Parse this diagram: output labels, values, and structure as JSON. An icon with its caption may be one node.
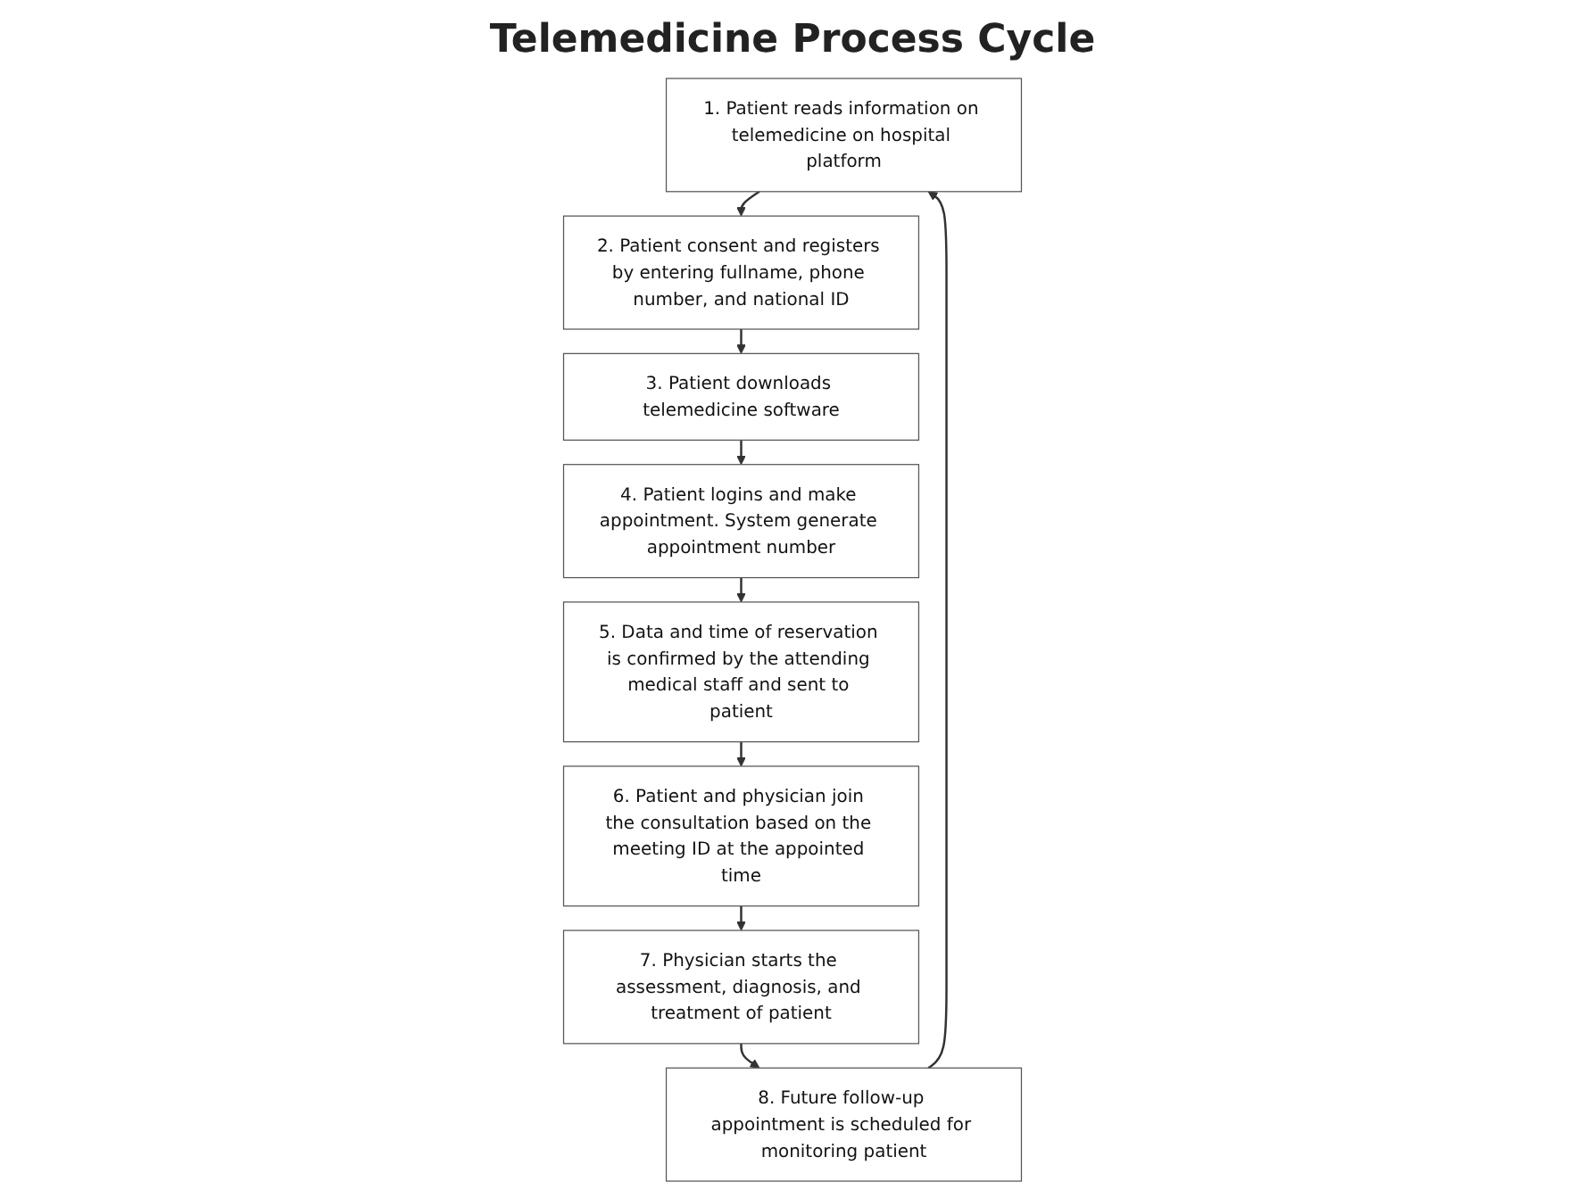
{
  "diagram": {
    "title": "Telemedicine Process Cycle",
    "nodes": [
      {
        "text": [
          "1. Patient reads information on telemedicine on hospital platform"
        ]
      },
      {
        "text": [
          "2. Patient consent and registers by entering fullname, phone number, and national ID"
        ]
      },
      {
        "text": [
          "3. Patient downloads telemedicine software"
        ]
      },
      {
        "text": [
          "4. Patient logins and make appointment. System generate appointment number"
        ]
      },
      {
        "text": [
          "5. Data and time of reservation is confirmed by the attending medical staff and sent to patient"
        ]
      },
      {
        "text": [
          "6. Patient and physician join the consultation based on the meeting ID at the appointed time"
        ]
      },
      {
        "text": [
          "7. Physician starts the assessment, diagnosis, and treatment of patient"
        ]
      },
      {
        "text": [
          "8. Future follow-up appointment is scheduled for monitoring patient"
        ]
      }
    ],
    "edges": [
      {
        "from": 7,
        "to": 0,
        "arrow": "to"
      },
      {
        "from": 0,
        "to": 1,
        "arrow": "to"
      },
      {
        "from": 1,
        "to": 2,
        "arrow": "to"
      },
      {
        "from": 2,
        "to": 3,
        "arrow": "to"
      },
      {
        "from": 3,
        "to": 4,
        "arrow": "to"
      },
      {
        "from": 4,
        "to": 5,
        "arrow": "to"
      },
      {
        "from": 5,
        "to": 6,
        "arrow": "to"
      },
      {
        "from": 6,
        "to": 7,
        "arrow": "to"
      }
    ]
  }
}
